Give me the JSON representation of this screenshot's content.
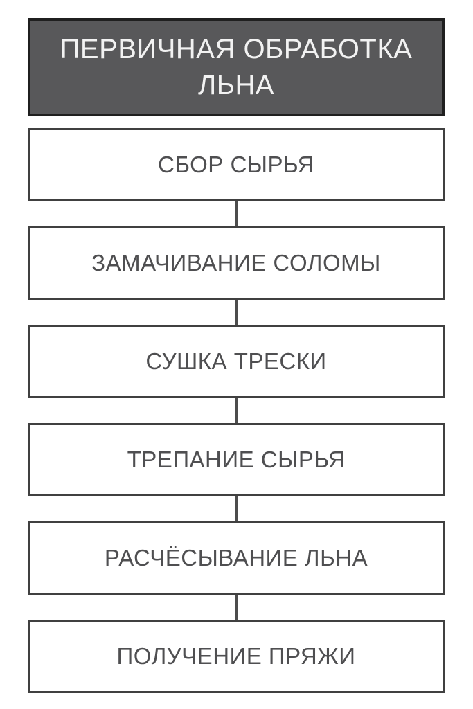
{
  "flowchart": {
    "title": "ПЕРВИЧНАЯ ОБРАБОТКА ЛЬНА",
    "title_lines": [
      "ПЕРВИЧНАЯ ОБРАБОТКА",
      "ЛЬНА"
    ],
    "steps": [
      {
        "label": "СБОР СЫРЬЯ"
      },
      {
        "label": "ЗАМАЧИВАНИЕ СОЛОМЫ"
      },
      {
        "label": "СУШКА ТРЕСКИ"
      },
      {
        "label": "ТРЕПАНИЕ СЫРЬЯ"
      },
      {
        "label": "РАСЧЁСЫВАНИЕ ЛЬНА"
      },
      {
        "label": "ПОЛУЧЕНИЕ ПРЯЖИ"
      }
    ],
    "colors": {
      "background": "#ffffff",
      "title_bg": "#58585a",
      "title_text": "#f2f2f2",
      "title_border": "#1f1f1f",
      "step_bg": "#ffffff",
      "step_border": "#404040",
      "step_text": "#4f4f51",
      "connector": "#4d4d4d"
    }
  }
}
